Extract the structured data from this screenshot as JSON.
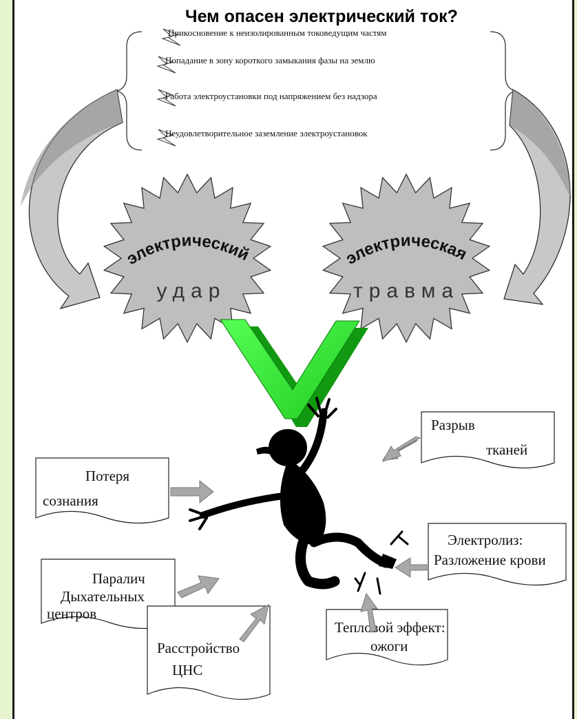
{
  "title": "Чем опасен электрический ток?",
  "causes": [
    "Прикосновение к неизолированным  токоведущим частям",
    "Попадание в зону короткого замыкания фазы на землю",
    "Работа электроустановки под напряжением без надзора",
    "Неудовлетворительное заземление электроустановок"
  ],
  "outcomes": [
    {
      "arc_label": "электрический",
      "label": "удар"
    },
    {
      "arc_label": "электрическая",
      "label": "травма"
    }
  ],
  "effects": {
    "loss_consciousness": [
      "Потеря",
      "сознания"
    ],
    "tissue_rupture": [
      "Разрыв",
      "тканей"
    ],
    "electrolysis": [
      "Электролиз:",
      "Разложение крови"
    ],
    "paralysis": [
      "Паралич",
      "Дыхательных",
      "центров"
    ],
    "cns_disorder": [
      "Расстройство",
      "ЦНС"
    ],
    "thermal": [
      "Тепловой  эффект:",
      "ожоги"
    ]
  },
  "colors": {
    "background": "#e6f5cf",
    "star_fill": "#bebebe",
    "v_arrow": "#33ee33",
    "grey_arrow": "#9a9a9a",
    "figure": "#000000"
  }
}
